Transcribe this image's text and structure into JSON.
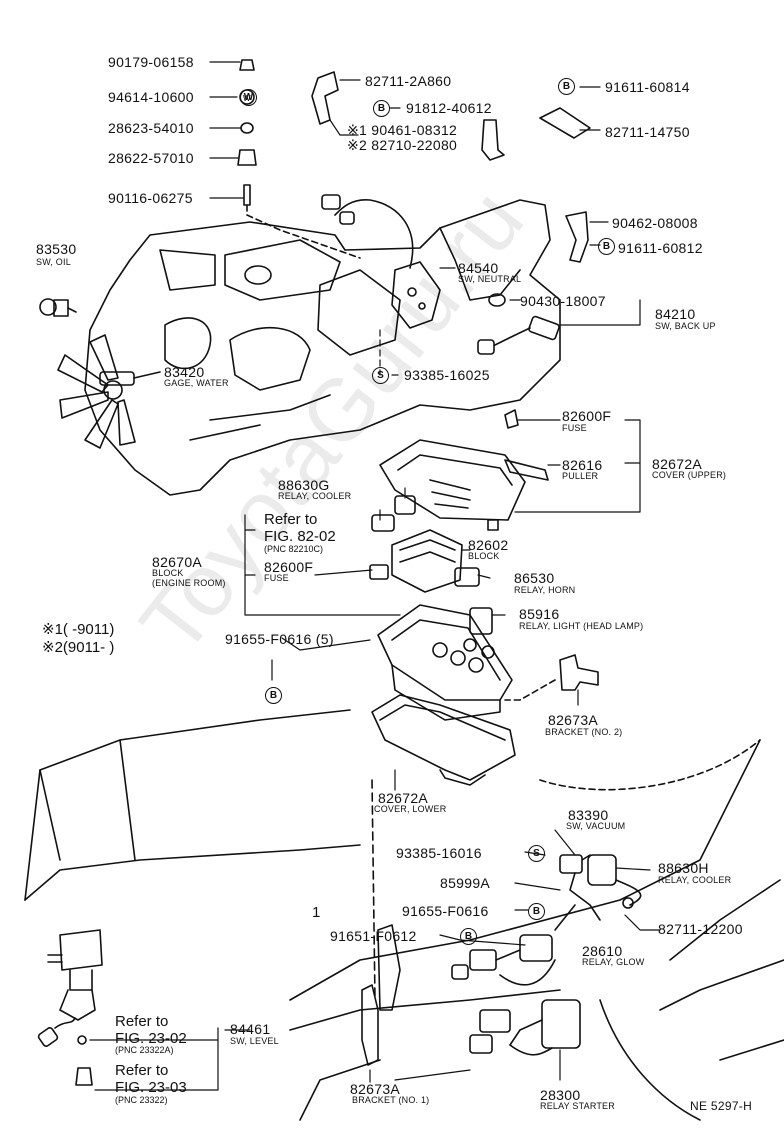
{
  "watermark": "ToyotaGuru.ru",
  "drawing_id": "NE 5297-H",
  "footnotes": {
    "n1": "※1(      -9011)",
    "n2": "※2(9011-      )"
  },
  "fig_index": "1",
  "parts": [
    {
      "id": "p90179",
      "number": "90179-06158",
      "name": ""
    },
    {
      "id": "p94614",
      "number": "94614-10600",
      "name": ""
    },
    {
      "id": "p28623",
      "number": "28623-54010",
      "name": ""
    },
    {
      "id": "p28622",
      "number": "28622-57010",
      "name": ""
    },
    {
      "id": "p90116",
      "number": "90116-06275",
      "name": ""
    },
    {
      "id": "p83530",
      "number": "83530",
      "name": "SW, OIL"
    },
    {
      "id": "p83420",
      "number": "83420",
      "name": "GAGE, WATER"
    },
    {
      "id": "p827112a",
      "number": "82711-2A860",
      "name": ""
    },
    {
      "id": "p91812",
      "number": "91812-40612",
      "name": ""
    },
    {
      "id": "p90461",
      "number": "※1 90461-08312",
      "name": ""
    },
    {
      "id": "p82710",
      "number": "※2 82710-22080",
      "name": ""
    },
    {
      "id": "p91611a",
      "number": "91611-60814",
      "name": ""
    },
    {
      "id": "p8271114",
      "number": "82711-14750",
      "name": ""
    },
    {
      "id": "p90462",
      "number": "90462-08008",
      "name": ""
    },
    {
      "id": "p91611b",
      "number": "91611-60812",
      "name": ""
    },
    {
      "id": "p84540",
      "number": "84540",
      "name": "SW, NEUTRAL"
    },
    {
      "id": "p90430",
      "number": "90430-18007",
      "name": ""
    },
    {
      "id": "p84210",
      "number": "84210",
      "name": "SW, BACK UP"
    },
    {
      "id": "p93385a",
      "number": "93385-16025",
      "name": ""
    },
    {
      "id": "p82600fa",
      "number": "82600F",
      "name": "FUSE"
    },
    {
      "id": "p82616",
      "number": "82616",
      "name": "PULLER"
    },
    {
      "id": "p82672a",
      "number": "82672A",
      "name": "COVER (UPPER)"
    },
    {
      "id": "p88630g",
      "number": "88630G",
      "name": "RELAY, COOLER"
    },
    {
      "id": "p82602",
      "number": "82602",
      "name": "BLOCK"
    },
    {
      "id": "p82670a",
      "number": "82670A",
      "name": "BLOCK\n(ENGINE ROOM)"
    },
    {
      "id": "p82600fb",
      "number": "82600F",
      "name": "FUSE"
    },
    {
      "id": "p86530",
      "number": "86530",
      "name": "RELAY, HORN"
    },
    {
      "id": "p85916",
      "number": "85916",
      "name": "RELAY, LIGHT (HEAD LAMP)"
    },
    {
      "id": "p91655a",
      "number": "91655-F0616 (5)",
      "name": ""
    },
    {
      "id": "p82673a2",
      "number": "82673A",
      "name": "BRACKET (No. 2)"
    },
    {
      "id": "p82672al",
      "number": "82672A",
      "name": "COVER, LOWER"
    },
    {
      "id": "p83390",
      "number": "83390",
      "name": "SW, VACUUM"
    },
    {
      "id": "p93385b",
      "number": "93385-16016",
      "name": ""
    },
    {
      "id": "p85999a",
      "number": "85999A",
      "name": ""
    },
    {
      "id": "p88630h",
      "number": "88630H",
      "name": "RELAY, COOLER"
    },
    {
      "id": "p91655b",
      "number": "91655-F0616",
      "name": ""
    },
    {
      "id": "p8271112",
      "number": "82711-12200",
      "name": ""
    },
    {
      "id": "p91651",
      "number": "91651-F0612",
      "name": ""
    },
    {
      "id": "p28610",
      "number": "28610",
      "name": "RELAY, GLOW"
    },
    {
      "id": "p84461",
      "number": "84461",
      "name": "SW, LEVEL"
    },
    {
      "id": "p82673a1",
      "number": "82673A",
      "name": "BRACKET (No. 1)"
    },
    {
      "id": "p28300",
      "number": "28300",
      "name": "RELAY STARTER"
    }
  ],
  "refs": [
    {
      "refer": "Refer to",
      "fig": "FIG. 82-02",
      "pnc": "(PNC 82210C)"
    },
    {
      "refer": "Refer to",
      "fig": "FIG. 23-02",
      "pnc": "(PNC 23322A)"
    },
    {
      "refer": "Refer to",
      "fig": "FIG. 23-03",
      "pnc": "(PNC 23322)"
    }
  ],
  "markers": {
    "b": "B",
    "s": "S",
    "w": "W"
  }
}
